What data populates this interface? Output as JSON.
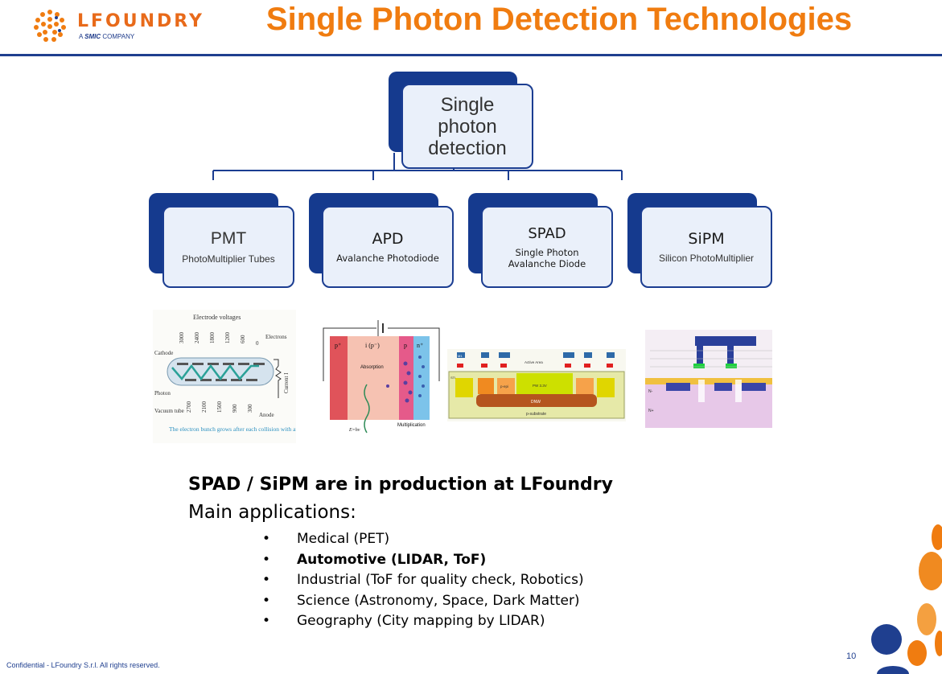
{
  "header": {
    "logo_brand": "LFOUNDRY",
    "logo_tagline_prefix": "A",
    "logo_tagline_brand": "SMIC",
    "logo_tagline_suffix": "COMPANY",
    "title": "Single Photon Detection Technologies"
  },
  "hierarchy": {
    "root": "Single photon detection",
    "children": [
      {
        "label": "PMT",
        "sub": "PhotoMultiplier Tubes"
      },
      {
        "label": "APD",
        "sub": "Avalanche Photodiode"
      },
      {
        "label": "SPAD",
        "sub": "Single Photon Avalanche Diode"
      },
      {
        "label": "SiPM",
        "sub": "Silicon PhotoMultiplier"
      }
    ]
  },
  "figures": {
    "pmt": {
      "electrode_voltages": "Electrode voltages",
      "top_values": [
        "3000",
        "2400",
        "1800",
        "1200",
        "600",
        "0"
      ],
      "bottom_values": [
        "2700",
        "2100",
        "1500",
        "900",
        "300"
      ],
      "cathode": "Cathode",
      "photon": "Photon",
      "vacuum_tube": "Vacuum tube",
      "electrons": "Electrons",
      "anode": "Anode",
      "current": "Current I",
      "caption": "The electron bunch grows after each collision with an electrode."
    },
    "apd": {
      "p_plus": "p⁺",
      "i_region": "i (p⁻)",
      "p": "p",
      "n_plus": "n⁺",
      "absorption": "Absorption",
      "multiplication": "Multiplication",
      "energy": "E=hν"
    },
    "spad": {
      "active_area": "Active Area",
      "dnw": "DNW",
      "p_substrate": "p-substrate",
      "pw": "PW 3.3V",
      "p_epi": "p-epi",
      "m1": "M1",
      "sti": "STI"
    },
    "sipm": {
      "n_plus": "N+",
      "n_minus": "N-"
    }
  },
  "content": {
    "headline": "SPAD / SiPM are in production at LFoundry",
    "subhead": "Main applications:",
    "applications": [
      {
        "text": "Medical (PET)",
        "bold": false
      },
      {
        "text": "Automotive (LIDAR, ToF)",
        "bold": true
      },
      {
        "text": "Industrial (ToF for quality check, Robotics)",
        "bold": false
      },
      {
        "text": "Science (Astronomy, Space, Dark Matter)",
        "bold": false
      },
      {
        "text": "Geography (City mapping by LIDAR)",
        "bold": false
      }
    ],
    "bullet": "•"
  },
  "footer": {
    "confidential": "Confidential - LFoundry S.r.l. All rights reserved.",
    "page_number": "10"
  },
  "colors": {
    "title": "#f07c10",
    "navy": "#1b3d91",
    "box_fill": "#eaf0fa",
    "deco_orange": "#f07c10",
    "deco_navy": "#1f3f8f"
  }
}
